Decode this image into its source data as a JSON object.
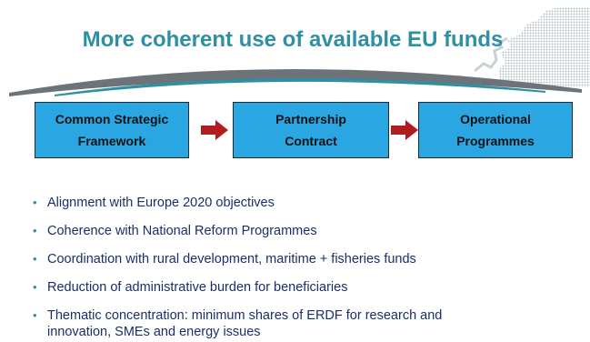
{
  "title": "More coherent use of available EU funds",
  "colors": {
    "title": "#2f8fa3",
    "box_fill": "#2aa6e3",
    "arrow": "#b11c22",
    "bullet_text": "#1a2f6a",
    "arc_dark": "#6d7479",
    "arc_teal": "#2f8fa3"
  },
  "flow": {
    "boxes": [
      {
        "line1": "Common Strategic",
        "line2": "Framework"
      },
      {
        "line1": "Partnership",
        "line2": "Contract"
      },
      {
        "line1": "Operational",
        "line2": "Programmes"
      }
    ],
    "arrow_icon": "right-arrow-icon"
  },
  "bullet_icon": "•",
  "bullets": [
    "Alignment with Europe 2020 objectives",
    "Coherence with National Reform Programmes",
    "Coordination with rural development, maritime + fisheries funds",
    "Reduction of administrative burden for beneficiaries",
    "Thematic concentration: minimum shares of ERDF for research and",
    "innovation, SMEs and energy issues"
  ]
}
